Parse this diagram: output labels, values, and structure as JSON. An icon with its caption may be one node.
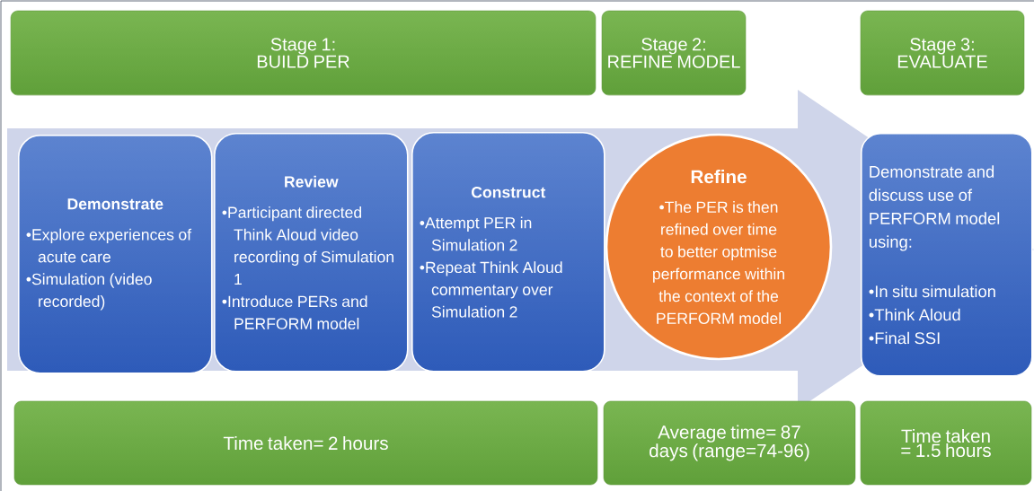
{
  "diagram": {
    "nodes": [
      {
        "text": [
          "Stage 1:",
          "BUILD PER"
        ]
      },
      {
        "text": [
          "Stage 2:",
          "REFINE MODEL"
        ]
      },
      {
        "text": [
          "Stage 3:",
          "EVALUATE"
        ]
      },
      {
        "text": [
          "Demonstrate",
          "•Explore experiences of acute care",
          "•Simulation (video recorded)"
        ]
      },
      {
        "text": [
          "Review",
          "•Participant directed Think Aloud video recording of Simulation 1",
          "•Introduce PERs and PERFORM model"
        ]
      },
      {
        "text": [
          "Construct",
          "•Attempt PER in Simulation 2",
          "•Repeat Think Aloud commentary over Simulation 2"
        ]
      },
      {
        "text": [
          "Refine",
          "•The PER is then refined over time to better optmise performance within the context of the PERFORM model"
        ]
      },
      {
        "text": [
          "Demonstrate and discuss use of PERFORM model using:",
          "•In situ simulation",
          "•Think Aloud",
          "•Final SSI"
        ]
      },
      {
        "text": [
          "Time taken= 2 hours"
        ]
      },
      {
        "text": [
          "Average time= 87 days (range=74-96)"
        ]
      },
      {
        "text": [
          "Time taken = 1.5 hours"
        ]
      }
    ],
    "edges": [
      {
        "from": 3,
        "to": 7,
        "arrow": "to",
        "color": "#cfd5ea"
      }
    ]
  }
}
